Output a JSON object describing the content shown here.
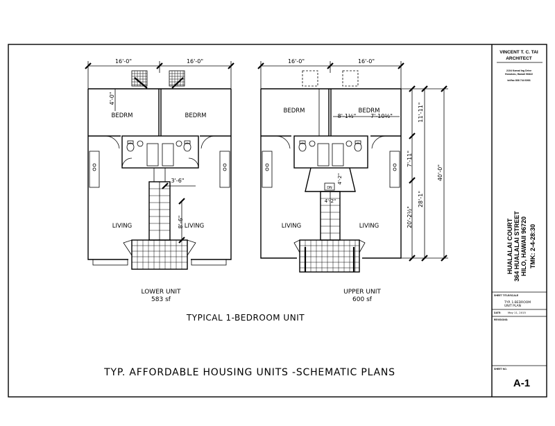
{
  "title_block": {
    "architect_name": "VINCENT T. C. TAI",
    "architect_title": "ARCHITECT",
    "address_line1": "2104 Kamal Ing Drive",
    "address_line2": "Honolulu, Hawaii 96822",
    "telfax": "tel/fax 808 744 6066",
    "project_line1": "HUALALAI COURT",
    "project_line2": "364 HUALALAI STREET",
    "project_line3": "HILO, HAWAII 96720",
    "project_line4": "TMK: 2-4-28:30",
    "sheet_title_label": "SHEET TITLE/SCALE",
    "sheet_title_1": "TYP. 1-BEDROOM",
    "sheet_title_2": "UNIT PLAN",
    "date_label": "DATE:",
    "date_value": "May 11, 2015",
    "revisions_label": "REVISIONS:",
    "sheet_no_label": "SHEET NO.",
    "sheet_no": "A-1"
  },
  "plans": {
    "lower": {
      "dim_top_left": "16'-0\"",
      "dim_top_right": "16'-0\"",
      "dim_bedroom_depth": "4'-0\"",
      "dim_landing": "3'-6\"",
      "dim_stair": "8'-6\"",
      "room_bedroom_left": "BEDRM",
      "room_bedroom_right": "BEDRM",
      "room_living_left": "LIVING",
      "room_living_right": "LIVING",
      "caption_name": "LOWER UNIT",
      "caption_area": "583 sf"
    },
    "upper": {
      "dim_top_left": "16'-0\"",
      "dim_top_right": "16'-0\"",
      "dim_bed_a": "8'-1½\"",
      "dim_bed_b": "7'-10½\"",
      "dim_stair_width": "4'-2\"",
      "dim_stair_small": "4'-2\"",
      "dim_side_1": "11'-11\"",
      "dim_side_2": "7'-11\"",
      "dim_side_3": "28'-1\"",
      "dim_side_4": "20'-2½\"",
      "dim_total": "40'-0\"",
      "dn_label": "DN",
      "room_bedroom_left": "BEDRM",
      "room_bedroom_right": "BEDRM",
      "room_living_left": "LIVING",
      "room_living_right": "LIVING",
      "caption_name": "UPPER UNIT",
      "caption_area": "600 sf"
    }
  },
  "subtitle": "TYPICAL 1-BEDROOM UNIT",
  "main_title": "TYP. AFFORDABLE HOUSING UNITS -SCHEMATIC PLANS"
}
